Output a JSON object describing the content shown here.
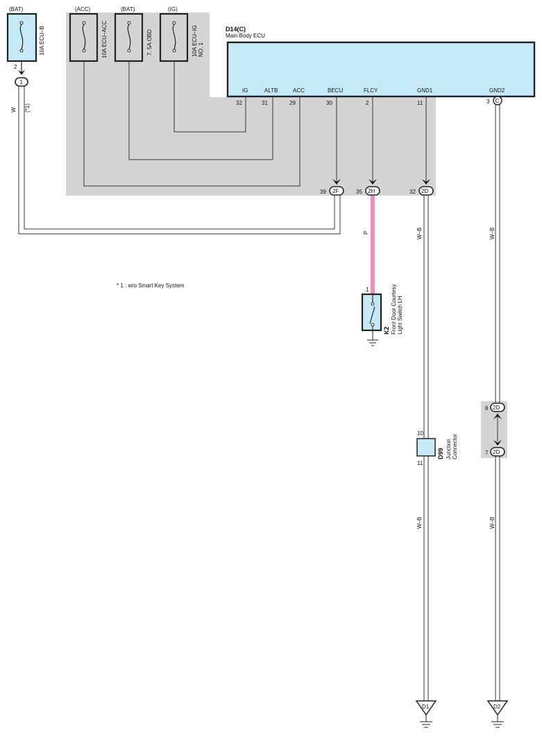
{
  "colors": {
    "shaded_area": "#d4d4d4",
    "ecu_fill": "#c5e9f6",
    "fuse_fill_light": "#c5e9f6",
    "wire_pink": "#f08cc0",
    "junction_fill": "#c5e9f6"
  },
  "fuses": [
    {
      "source": "(BAT)",
      "name": "10A ECU–B",
      "pin": "2",
      "connector": "1"
    },
    {
      "source": "(ACC)",
      "name": "10A ECU–ACC"
    },
    {
      "source": "(BAT)",
      "name": "7. 5A OBD"
    },
    {
      "source": "(IG)",
      "name": "10A ECU–IG",
      "name2": "NO. 1"
    }
  ],
  "ecu": {
    "code": "D14(C)",
    "name": "Main Body ECU",
    "pins": [
      {
        "label": "IG",
        "num": "32"
      },
      {
        "label": "ALTB",
        "num": "31"
      },
      {
        "label": "ACC",
        "num": "29"
      },
      {
        "label": "BECU",
        "num": "30"
      },
      {
        "label": "FLCY",
        "num": "2"
      },
      {
        "label": "GND1",
        "num": "11"
      },
      {
        "label": "GND2",
        "num": "3",
        "connector": "C"
      }
    ]
  },
  "connectors": [
    {
      "pin": "39",
      "id": "2F"
    },
    {
      "pin": "35",
      "id": "2H"
    },
    {
      "pin": "32",
      "id": "2D"
    },
    {
      "pin": "8",
      "id": "2D"
    },
    {
      "pin": "7",
      "id": "2D"
    }
  ],
  "wires": {
    "w": "W",
    "note_ref": "(*1)",
    "p": "P",
    "wb1": "W–B",
    "wb2": "W–B",
    "wb3": "W–B",
    "wb4": "W–B"
  },
  "note": "* 1 : w/o Smart Key System",
  "switch": {
    "pin": "1",
    "code": "K2",
    "name1": "Front Door Courtesy",
    "name2": "Light Switch LH"
  },
  "junction": {
    "pin_top": "10",
    "pin_bottom": "11",
    "code": "D99",
    "name1": "Junction",
    "name2": "Connector"
  },
  "grounds": [
    {
      "id": "D1"
    },
    {
      "id": "D2"
    }
  ]
}
